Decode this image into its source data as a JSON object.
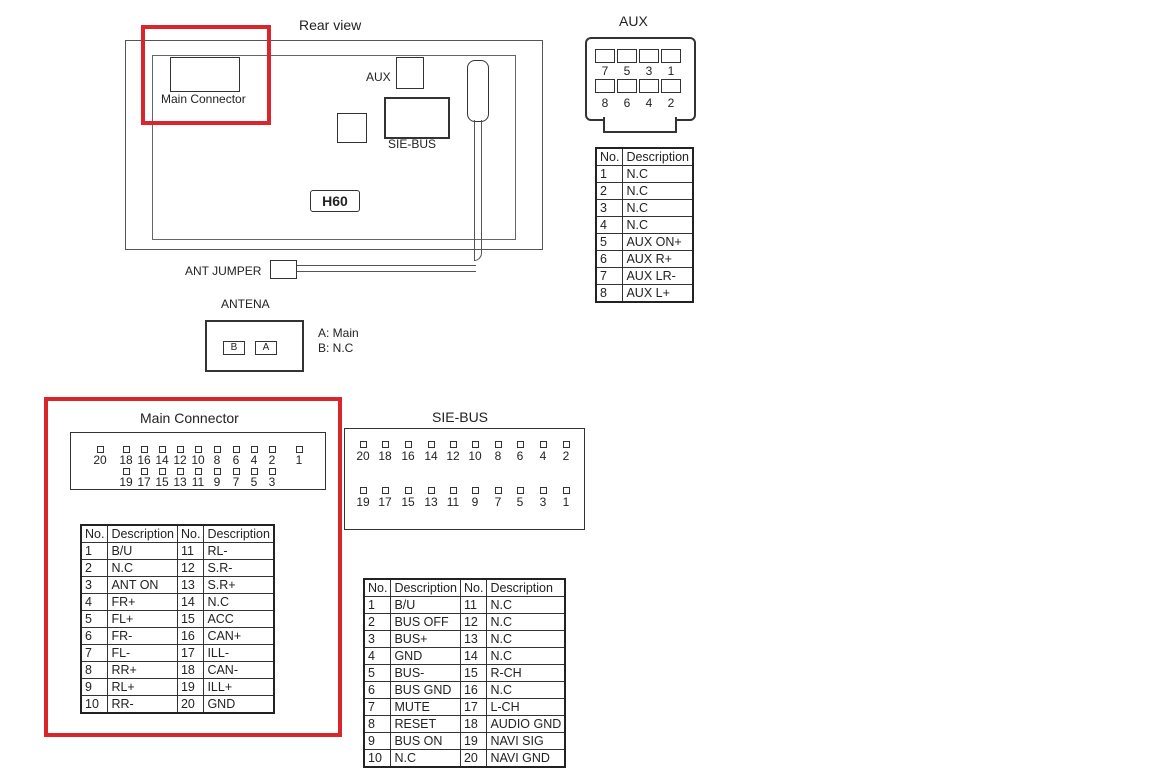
{
  "rear_view": {
    "title": "Rear view",
    "main_connector_label": "Main Connector",
    "aux_label": "AUX",
    "sie_bus_label": "SIE-BUS",
    "model_badge": "H60",
    "ant_jumper_label": "ANT JUMPER"
  },
  "antenna": {
    "title": "ANTENA",
    "pin_b": "B",
    "pin_a": "A",
    "legend_a": "A: Main",
    "legend_b": "B: N.C"
  },
  "aux": {
    "title": "AUX",
    "top_pins": [
      "7",
      "5",
      "3",
      "1"
    ],
    "bottom_pins": [
      "8",
      "6",
      "4",
      "2"
    ],
    "headers": [
      "No.",
      "Description"
    ],
    "rows": [
      [
        "1",
        "N.C"
      ],
      [
        "2",
        "N.C"
      ],
      [
        "3",
        "N.C"
      ],
      [
        "4",
        "N.C"
      ],
      [
        "5",
        "AUX ON+"
      ],
      [
        "6",
        "AUX R+"
      ],
      [
        "7",
        "AUX LR-"
      ],
      [
        "8",
        "AUX L+"
      ]
    ]
  },
  "main_connector": {
    "title": "Main Connector",
    "top_pins": [
      "20",
      "18",
      "16",
      "14",
      "12",
      "10",
      "8",
      "6",
      "4",
      "2",
      "1"
    ],
    "bottom_pins": [
      "19",
      "17",
      "15",
      "13",
      "11",
      "9",
      "7",
      "5",
      "3"
    ],
    "headers": [
      "No.",
      "Description",
      "No.",
      "Description"
    ],
    "rows": [
      [
        "1",
        "B/U",
        "11",
        "RL-"
      ],
      [
        "2",
        "N.C",
        "12",
        "S.R-"
      ],
      [
        "3",
        "ANT ON",
        "13",
        "S.R+"
      ],
      [
        "4",
        "FR+",
        "14",
        "N.C"
      ],
      [
        "5",
        "FL+",
        "15",
        "ACC"
      ],
      [
        "6",
        "FR-",
        "16",
        "CAN+"
      ],
      [
        "7",
        "FL-",
        "17",
        "ILL-"
      ],
      [
        "8",
        "RR+",
        "18",
        "CAN-"
      ],
      [
        "9",
        "RL+",
        "19",
        "ILL+"
      ],
      [
        "10",
        "RR-",
        "20",
        "GND"
      ]
    ]
  },
  "sie_bus": {
    "title": "SIE-BUS",
    "top_pins": [
      "20",
      "18",
      "16",
      "14",
      "12",
      "10",
      "8",
      "6",
      "4",
      "2"
    ],
    "bottom_pins": [
      "19",
      "17",
      "15",
      "13",
      "11",
      "9",
      "7",
      "5",
      "3",
      "1"
    ],
    "headers": [
      "No.",
      "Description",
      "No.",
      "Description"
    ],
    "rows": [
      [
        "1",
        "B/U",
        "11",
        "N.C"
      ],
      [
        "2",
        "BUS OFF",
        "12",
        "N.C"
      ],
      [
        "3",
        "BUS+",
        "13",
        "N.C"
      ],
      [
        "4",
        "GND",
        "14",
        "N.C"
      ],
      [
        "5",
        "BUS-",
        "15",
        "R-CH"
      ],
      [
        "6",
        "BUS GND",
        "16",
        "N.C"
      ],
      [
        "7",
        "MUTE",
        "17",
        "L-CH"
      ],
      [
        "8",
        "RESET",
        "18",
        "AUDIO GND"
      ],
      [
        "9",
        "BUS ON",
        "19",
        "NAVI SIG"
      ],
      [
        "10",
        "N.C",
        "20",
        "NAVI GND"
      ]
    ]
  },
  "highlight_color": "#d9262c"
}
